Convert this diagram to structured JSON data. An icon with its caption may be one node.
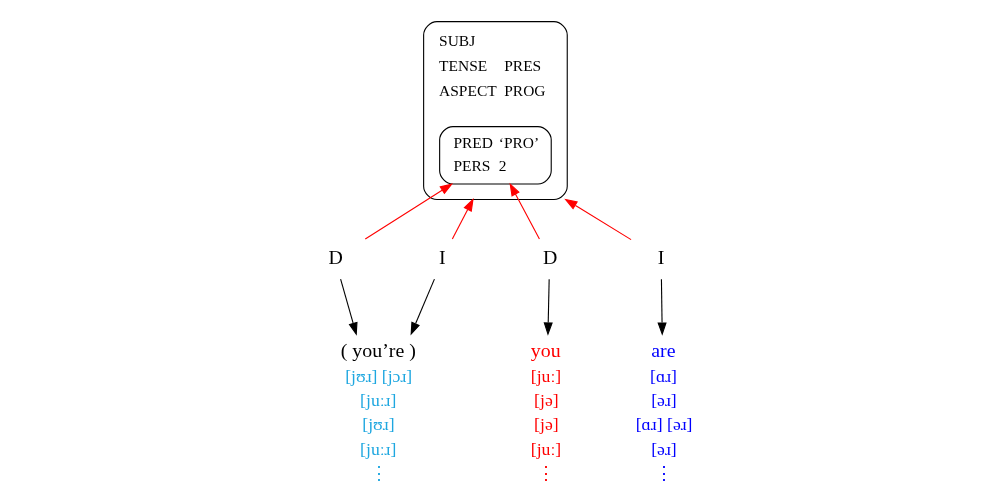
{
  "diagram": {
    "nodes": [
      {
        "text": [
          "SUBJ",
          "TENSE",
          "PRES",
          "ASPECT",
          "PROG"
        ]
      },
      {
        "text": [
          "PRED",
          "‘PRO’",
          "PERS",
          "2"
        ],
        "in": 0
      },
      {
        "text": [
          "D"
        ]
      },
      {
        "text": [
          "I"
        ]
      },
      {
        "text": [
          "( you’re )"
        ],
        "beside": [
          "[jʊɹ] [jɔɹ]",
          "[juːɹ]",
          "[jʊɹ]",
          "[juːɹ]",
          "⋮"
        ]
      },
      {
        "text": [
          "D"
        ]
      },
      {
        "text": [
          "I"
        ]
      },
      {
        "text": [
          "you"
        ],
        "beside": [
          "[juː]",
          "[jə]",
          "[jə]",
          "[juː]",
          "⋮"
        ]
      },
      {
        "text": [
          "are"
        ],
        "beside": [
          "[ɑɹ]",
          "[əɹ]",
          "[ɑɹ] [əɹ]",
          "[əɹ]",
          "⋮"
        ]
      }
    ],
    "edges": [
      {
        "from": 2,
        "to": 1,
        "arrow": "to",
        "color": "#ff0000"
      },
      {
        "from": 3,
        "to": 0,
        "arrow": "to",
        "color": "#ff0000"
      },
      {
        "from": 2,
        "to": 4,
        "arrow": "to",
        "color": "#000000"
      },
      {
        "from": 3,
        "to": 4,
        "arrow": "to",
        "color": "#000000"
      },
      {
        "from": 5,
        "to": 1,
        "arrow": "to",
        "color": "#ff0000"
      },
      {
        "from": 6,
        "to": 0,
        "arrow": "to",
        "color": "#ff0000"
      },
      {
        "from": 5,
        "to": 7,
        "arrow": "to",
        "color": "#000000"
      },
      {
        "from": 6,
        "to": 8,
        "arrow": "to",
        "color": "#000000"
      }
    ]
  }
}
